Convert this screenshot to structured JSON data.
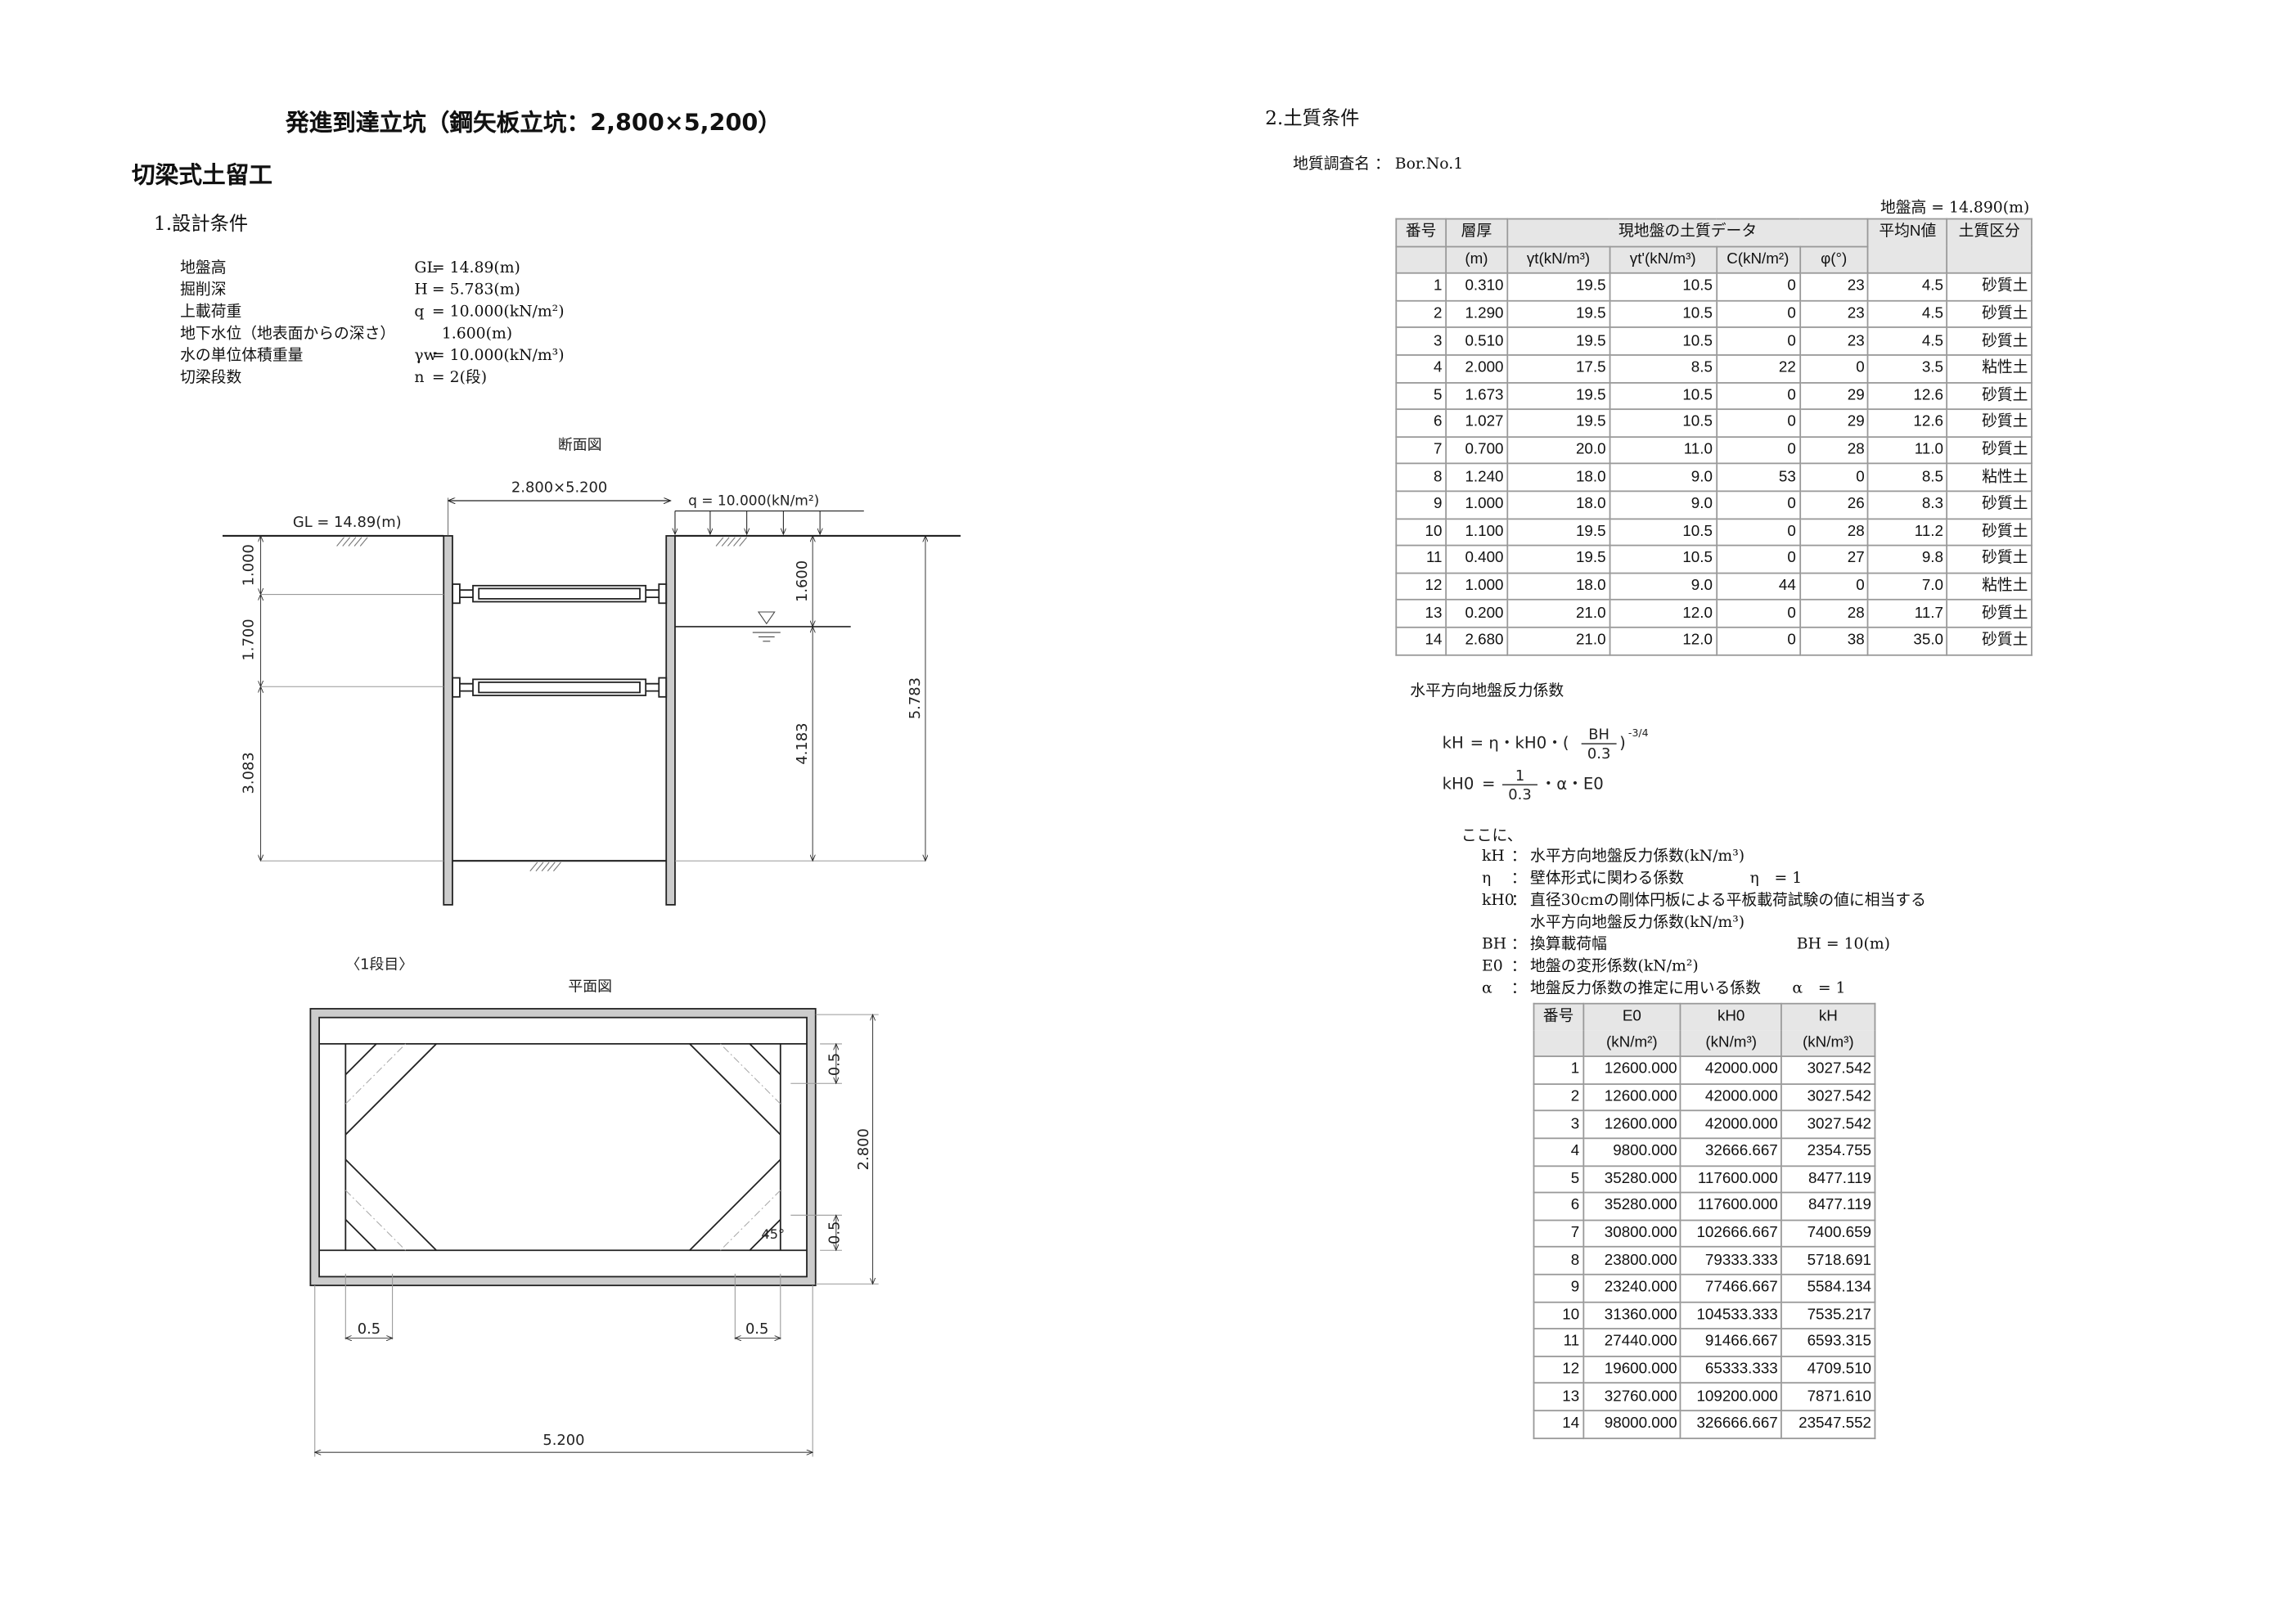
{
  "title": "発進到達立坑（鋼矢板立坑：2,800×5,200）",
  "subtitle": "切梁式土留工",
  "section1": {
    "heading": "1.設計条件",
    "conditions": [
      {
        "label": "地盤高",
        "symbol": "GL",
        "value": "= 14.89(m)"
      },
      {
        "label": "掘削深",
        "symbol": "H",
        "value": "= 5.783(m)"
      },
      {
        "label": "上載荷重",
        "symbol": "q",
        "value": "= 10.000(kN/m²)"
      },
      {
        "label": "地下水位（地表面からの深さ）",
        "symbol": "",
        "value": "  1.600(m)"
      },
      {
        "label": "水の単位体積重量",
        "symbol": "γw",
        "value": "= 10.000(kN/m³)"
      },
      {
        "label": "切梁段数",
        "symbol": "n",
        "value": "= 2(段)"
      }
    ]
  },
  "section_drawing": {
    "title": "断面図",
    "size_label": "2.800×5.200",
    "load_label": "q = 10.000(kN/m²)",
    "gl_label": "GL = 14.89(m)",
    "left_dims": [
      "1.000",
      "1.700",
      "3.083"
    ],
    "water_depth": "1.600",
    "below_water": "4.183",
    "total_depth": "5.783"
  },
  "plan_drawing": {
    "stage": "〈1段目〉",
    "title": "平面図",
    "corner_top": "0.5",
    "height": "2.800",
    "corner_bottom": "0.5",
    "corner_left": "0.5",
    "corner_right": "0.5",
    "width": "5.200",
    "angle": "45°"
  },
  "section2": {
    "heading": "2.土質条件",
    "survey": "地質調査名 ： Bor.No.1",
    "ground_level": "地盤高 = 14.890(m)",
    "table": {
      "headers": {
        "no": "番号",
        "thickness": "層厚",
        "thickness_unit": "(m)",
        "group": "現地盤の土質データ",
        "gt": "γt(kN/m³)",
        "gt2": "γt'(kN/m³)",
        "c": "C(kN/m²)",
        "phi": "φ(°)",
        "n": "平均N値",
        "type": "土質区分"
      },
      "rows": [
        [
          "1",
          "0.310",
          "19.5",
          "10.5",
          "0",
          "23",
          "4.5",
          "砂質土"
        ],
        [
          "2",
          "1.290",
          "19.5",
          "10.5",
          "0",
          "23",
          "4.5",
          "砂質土"
        ],
        [
          "3",
          "0.510",
          "19.5",
          "10.5",
          "0",
          "23",
          "4.5",
          "砂質土"
        ],
        [
          "4",
          "2.000",
          "17.5",
          "8.5",
          "22",
          "0",
          "3.5",
          "粘性土"
        ],
        [
          "5",
          "1.673",
          "19.5",
          "10.5",
          "0",
          "29",
          "12.6",
          "砂質土"
        ],
        [
          "6",
          "1.027",
          "19.5",
          "10.5",
          "0",
          "29",
          "12.6",
          "砂質土"
        ],
        [
          "7",
          "0.700",
          "20.0",
          "11.0",
          "0",
          "28",
          "11.0",
          "砂質土"
        ],
        [
          "8",
          "1.240",
          "18.0",
          "9.0",
          "53",
          "0",
          "8.5",
          "粘性土"
        ],
        [
          "9",
          "1.000",
          "18.0",
          "9.0",
          "0",
          "26",
          "8.3",
          "砂質土"
        ],
        [
          "10",
          "1.100",
          "19.5",
          "10.5",
          "0",
          "28",
          "11.2",
          "砂質土"
        ],
        [
          "11",
          "0.400",
          "19.5",
          "10.5",
          "0",
          "27",
          "9.8",
          "砂質土"
        ],
        [
          "12",
          "1.000",
          "18.0",
          "9.0",
          "44",
          "0",
          "7.0",
          "粘性土"
        ],
        [
          "13",
          "0.200",
          "21.0",
          "12.0",
          "0",
          "28",
          "11.7",
          "砂質土"
        ],
        [
          "14",
          "2.680",
          "21.0",
          "12.0",
          "0",
          "38",
          "35.0",
          "砂質土"
        ]
      ]
    },
    "kh_heading": "水平方向地盤反力係数",
    "formula1": {
      "lhs": "kH",
      "eq": "= η・kH0・(",
      "num": "BH",
      "den": "0.3",
      "tail": ")",
      "exp": "-3/4"
    },
    "formula2": {
      "lhs": "kH0",
      "eq": "=",
      "num": "1",
      "den": "0.3",
      "tail": "・α・E0"
    },
    "where": "ここに、",
    "definitions": [
      {
        "sym": "kH",
        "text": "水平方向地盤反力係数(kN/m³)",
        "value": ""
      },
      {
        "sym": "η",
        "text": "壁体形式に関わる係数",
        "value": "η　= 1"
      },
      {
        "sym": "kH0",
        "text": "直径30cmの剛体円板による平板載荷試験の値に相当する",
        "value": ""
      },
      {
        "sym": "",
        "text": "水平方向地盤反力係数(kN/m³)",
        "value": ""
      },
      {
        "sym": "BH",
        "text": "換算載荷幅",
        "value": "BH = 10(m)"
      },
      {
        "sym": "E0",
        "text": "地盤の変形係数(kN/m²)",
        "value": ""
      },
      {
        "sym": "α",
        "text": "地盤反力係数の推定に用いる係数",
        "value": "α　= 1"
      }
    ],
    "colon": "：",
    "table2": {
      "headers": [
        [
          "番号",
          ""
        ],
        [
          "E0",
          "(kN/m²)"
        ],
        [
          "kH0",
          "(kN/m³)"
        ],
        [
          "kH",
          "(kN/m³)"
        ]
      ],
      "rows": [
        [
          "1",
          "12600.000",
          "42000.000",
          "3027.542"
        ],
        [
          "2",
          "12600.000",
          "42000.000",
          "3027.542"
        ],
        [
          "3",
          "12600.000",
          "42000.000",
          "3027.542"
        ],
        [
          "4",
          "9800.000",
          "32666.667",
          "2354.755"
        ],
        [
          "5",
          "35280.000",
          "117600.000",
          "8477.119"
        ],
        [
          "6",
          "35280.000",
          "117600.000",
          "8477.119"
        ],
        [
          "7",
          "30800.000",
          "102666.667",
          "7400.659"
        ],
        [
          "8",
          "23800.000",
          "79333.333",
          "5718.691"
        ],
        [
          "9",
          "23240.000",
          "77466.667",
          "5584.134"
        ],
        [
          "10",
          "31360.000",
          "104533.333",
          "7535.217"
        ],
        [
          "11",
          "27440.000",
          "91466.667",
          "6593.315"
        ],
        [
          "12",
          "19600.000",
          "65333.333",
          "4709.510"
        ],
        [
          "13",
          "32760.000",
          "109200.000",
          "7871.610"
        ],
        [
          "14",
          "98000.000",
          "326666.667",
          "23547.552"
        ]
      ]
    }
  }
}
